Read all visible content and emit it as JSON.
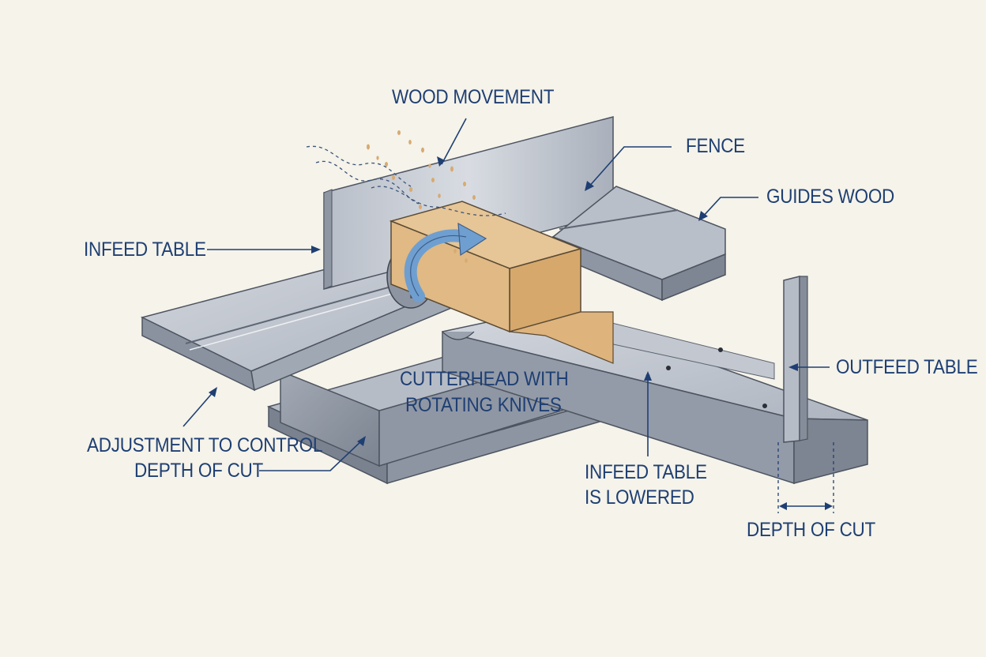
{
  "diagram": {
    "labels": {
      "wood_movement": "WOOD MOVEMENT",
      "fence": "FENCE",
      "guides_wood": "GUIDES WOOD",
      "infeed_table": "INFEED TABLE",
      "cutterhead_line1": "CUTTERHEAD WITH",
      "cutterhead_line2": "ROTATING KNIVES",
      "outfeed_table": "OUTFEED TABLE",
      "adjustment_line1": "ADJUSTMENT TO CONTROL",
      "adjustment_line2": "DEPTH OF CUT",
      "infeed_lowered_line1": "INFEED TABLE",
      "infeed_lowered_line2": "IS LOWERED",
      "depth_of_cut": "DEPTH OF CUT"
    },
    "colors": {
      "background": "#f5f3ea",
      "label_text": "#1f3f73",
      "callout_line": "#1f3f73",
      "metal_light": "#c9ced6",
      "metal_mid": "#9ea6b2",
      "metal_dark": "#6f7784",
      "wood_top": "#e2bf8e",
      "wood_front": "#d8ac72",
      "wood_side": "#c9995c",
      "rotation_arrow": "#6f9fd0",
      "chips": "#d8aa70"
    }
  }
}
